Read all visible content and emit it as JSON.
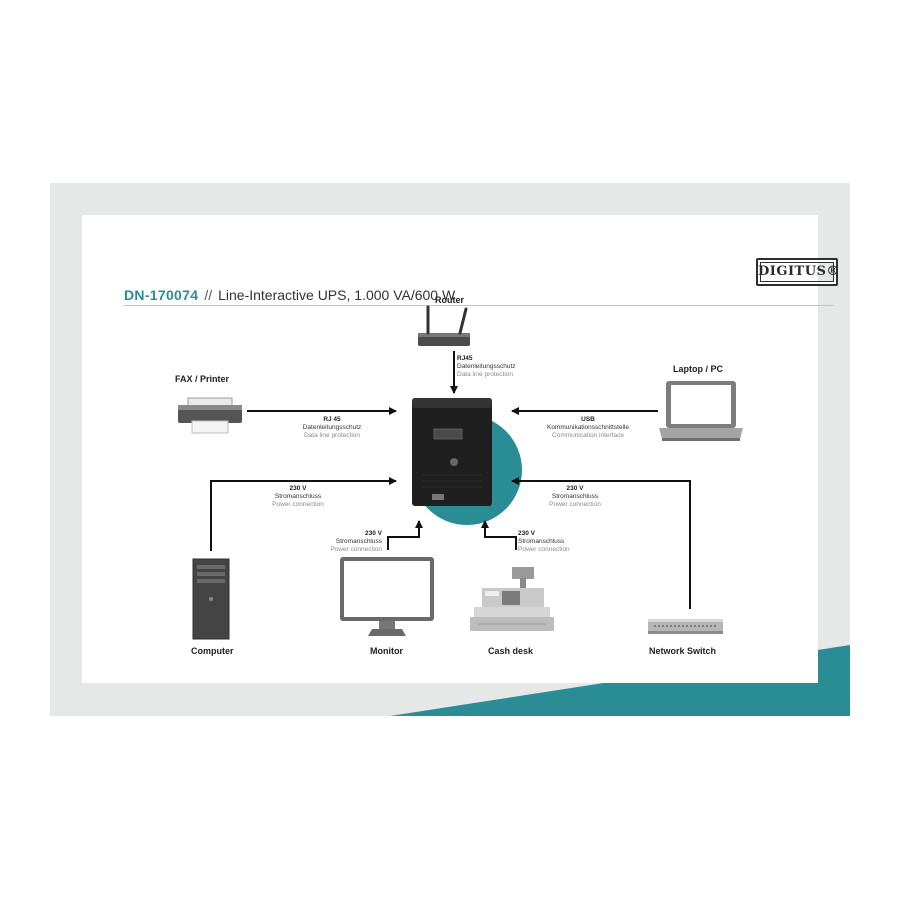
{
  "brand": {
    "logo_text": "DIGITUS®"
  },
  "header": {
    "product_code": "DN-170074",
    "separator": "//",
    "product_title": "Line-Interactive UPS, 1.000 VA/600 W"
  },
  "devices": {
    "router": "Router",
    "fax_printer": "FAX / Printer",
    "laptop_pc": "Laptop / PC",
    "computer": "Computer",
    "monitor": "Monitor",
    "cash_desk": "Cash desk",
    "network_switch": "Network Switch"
  },
  "connections": {
    "router": {
      "line1": "RJ45",
      "line2": "Datenleitungsschutz",
      "line3": "Data line protection"
    },
    "fax": {
      "line1": "RJ 45",
      "line2": "Datenleitungsschutz",
      "line3": "Data line protection"
    },
    "laptop": {
      "line1": "USB",
      "line2": "Kommunikationsschnittstelle",
      "line3": "Communication interface"
    },
    "computer": {
      "line1": "230 V",
      "line2": "Stromanschluss",
      "line3": "Power connection"
    },
    "switch": {
      "line1": "230 V",
      "line2": "Stromanschluss",
      "line3": "Power connection"
    },
    "monitor": {
      "line1": "230 V",
      "line2": "Stromanschluss",
      "line3": "Power connection"
    },
    "cash_desk": {
      "line1": "230 V",
      "line2": "Stromanschluss",
      "line3": "Power connection"
    }
  },
  "colors": {
    "accent_teal": "#2a8c94",
    "frame_gray": "#e6e8e8",
    "device_dark": "#3a3a3a"
  }
}
